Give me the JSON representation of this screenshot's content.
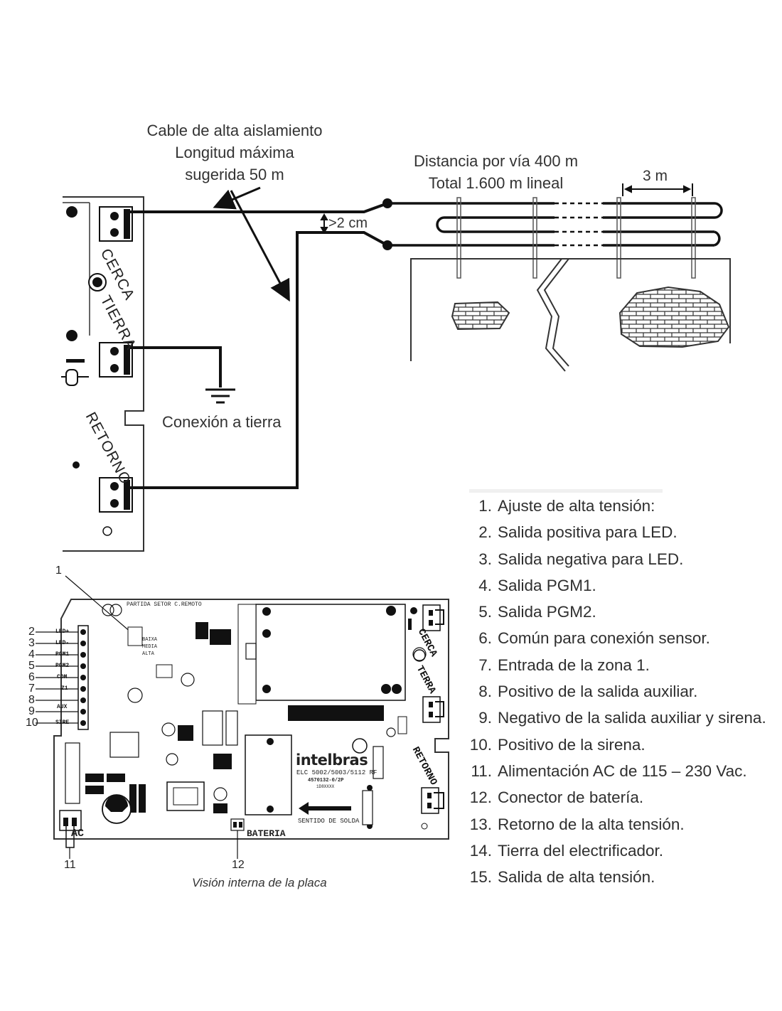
{
  "wiring": {
    "cable_note": [
      "Cable de alta aislamiento",
      "Longitud máxima",
      "sugerida 50 m"
    ],
    "distance_note": [
      "Distancia por vía 400 m",
      "Total 1.600 m lineal"
    ],
    "ground_note": "Conexión a tierra",
    "gap_note": ">2 cm",
    "spacing_note": "3 m",
    "terminals": {
      "cerca": "CERCA",
      "tierra": "TIERRA",
      "retorno": "RETORNO"
    }
  },
  "board": {
    "pin_labels": [
      "LED+",
      "LED-",
      "PGM1",
      "PGM2",
      "COM",
      "Z1",
      "AUX",
      "SIRE"
    ],
    "callouts_left": [
      "2",
      "3",
      "4",
      "5",
      "6",
      "7",
      "8",
      "9",
      "10"
    ],
    "callout_adjust": "1",
    "callout_ac": "11",
    "callout_battery": "12",
    "header_text": "PARTIDA SETOR C.REMOTO",
    "jumper_labels": [
      "BAIXA",
      "MEDIA",
      "ALTA"
    ],
    "brand": "intelbras",
    "models": "ELC 5002/5003/5112 RF",
    "part_number": "4570132-0/2P",
    "lot": "1D8XXXX",
    "solder_direction": "SENTIDO DE SOLDA",
    "battery_label": "BATERIA",
    "ac_label": "AC",
    "terminals": {
      "cerca": "CERCA",
      "tierra": "TERRA",
      "retorno": "RETORNO"
    },
    "caption": "Visión interna de la placa"
  },
  "legend": [
    {
      "num": "1.",
      "text": "Ajuste de alta tensión:"
    },
    {
      "num": "2.",
      "text": "Salida positiva para LED."
    },
    {
      "num": "3.",
      "text": "Salida negativa para LED."
    },
    {
      "num": "4.",
      "text": "Salida PGM1."
    },
    {
      "num": "5.",
      "text": "Salida PGM2."
    },
    {
      "num": "6.",
      "text": "Común para conexión sensor."
    },
    {
      "num": "7.",
      "text": "Entrada de la zona 1."
    },
    {
      "num": "8.",
      "text": "Positivo de la salida auxiliar."
    },
    {
      "num": "9.",
      "text": "Negativo de la salida auxiliar y sirena."
    },
    {
      "num": "10.",
      "text": "Positivo de la sirena."
    },
    {
      "num": "11.",
      "text": "Alimentación AC de 115 – 230 Vac."
    },
    {
      "num": "12.",
      "text": "Conector de batería."
    },
    {
      "num": "13.",
      "text": "Retorno de la alta tensión."
    },
    {
      "num": "14.",
      "text": "Tierra del electrificador."
    },
    {
      "num": "15.",
      "text": "Salida de alta tensión."
    }
  ]
}
